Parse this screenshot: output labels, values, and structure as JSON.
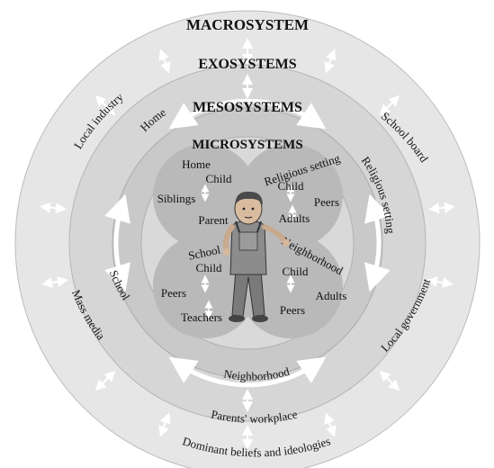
{
  "headings": {
    "macro": "MACROSYSTEM",
    "exo": "EXOSYSTEMS",
    "meso": "MESOSYSTEMS",
    "micro": "MICROSYSTEMS"
  },
  "macro_labels": {
    "local_industry": "Local industry",
    "mass_media": "Mass media",
    "school_board": "School board",
    "local_government": "Local government",
    "parents_workplace": "Parents' workplace",
    "dominant_beliefs": "Dominant beliefs and ideologies"
  },
  "exo_labels": {
    "home": "Home",
    "school": "School",
    "religious_setting": "Religious setting",
    "neighborhood": "Neighborhood"
  },
  "micro_circles": {
    "home": {
      "title": "Home",
      "child": "Child",
      "a": "Siblings",
      "b": "Parent"
    },
    "religious": {
      "title": "Religious setting",
      "child": "Child",
      "a": "Peers",
      "b": "Adults"
    },
    "school": {
      "title": "School",
      "child": "Child",
      "a": "Peers",
      "b": "Teachers"
    },
    "neighborhood": {
      "title": "Neighborhood",
      "child": "Child",
      "a": "Adults",
      "b": "Peers"
    }
  },
  "colors": {
    "outer_ring": "#e2e2e2",
    "exo_ring": "#d3d3d3",
    "meso_ring": "#c6c6c6",
    "micro_circle": "#b4b4b4",
    "arrow": "#ffffff"
  }
}
